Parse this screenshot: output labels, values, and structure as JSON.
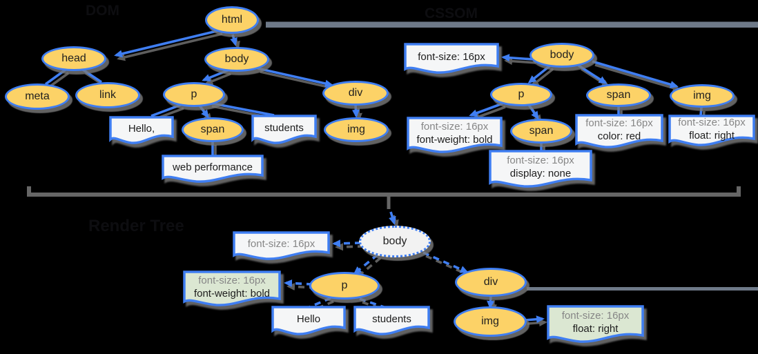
{
  "titles": {
    "dom": "DOM",
    "cssom": "CSSOM",
    "render_tree": "Render Tree"
  },
  "colors": {
    "background": "#000000",
    "node_fill": "#fcd267",
    "node_border": "#3f7ef2",
    "line_blue": "#3f7ef2",
    "box_fill_white": "#f5f6f7",
    "box_fill_green": "#dbe7d2",
    "text_black": "#1d1d1d",
    "text_gray": "#868686",
    "divider_gray": "#666666",
    "band_gray": "#6e7988"
  },
  "trees": {
    "dom": {
      "nodes": [
        {
          "id": "dom-html",
          "label": "html"
        },
        {
          "id": "dom-head",
          "label": "head"
        },
        {
          "id": "dom-body",
          "label": "body"
        },
        {
          "id": "dom-meta",
          "label": "meta"
        },
        {
          "id": "dom-link",
          "label": "link"
        },
        {
          "id": "dom-p",
          "label": "p"
        },
        {
          "id": "dom-span",
          "label": "span"
        },
        {
          "id": "dom-div",
          "label": "div"
        },
        {
          "id": "dom-img",
          "label": "img"
        }
      ],
      "boxes": [
        {
          "id": "dom-hello",
          "fill": "white",
          "lines": [
            {
              "text": "Hello,",
              "tone": "black"
            }
          ]
        },
        {
          "id": "dom-students",
          "fill": "white",
          "lines": [
            {
              "text": "students",
              "tone": "black"
            }
          ]
        },
        {
          "id": "dom-webperf",
          "fill": "white",
          "lines": [
            {
              "text": "web performance",
              "tone": "black"
            }
          ]
        }
      ],
      "edges": [
        {
          "from": "dom-html",
          "to": "dom-head",
          "style": "solid",
          "arrow": true
        },
        {
          "from": "dom-html",
          "to": "dom-body",
          "style": "solid",
          "arrow": true
        },
        {
          "from": "dom-head",
          "to": "dom-meta",
          "style": "solid",
          "arrow": false
        },
        {
          "from": "dom-head",
          "to": "dom-link",
          "style": "solid",
          "arrow": false
        },
        {
          "from": "dom-body",
          "to": "dom-p",
          "style": "solid",
          "arrow": true
        },
        {
          "from": "dom-body",
          "to": "dom-div",
          "style": "solid",
          "arrow": true
        },
        {
          "from": "dom-p",
          "to": "dom-hello",
          "style": "solid",
          "arrow": false
        },
        {
          "from": "dom-p",
          "to": "dom-span",
          "style": "solid",
          "arrow": true
        },
        {
          "from": "dom-p",
          "to": "dom-students",
          "style": "solid",
          "arrow": false
        },
        {
          "from": "dom-span",
          "to": "dom-webperf",
          "style": "solid",
          "arrow": false
        },
        {
          "from": "dom-div",
          "to": "dom-img",
          "style": "solid",
          "arrow": true
        }
      ]
    },
    "cssom": {
      "nodes": [
        {
          "id": "cssom-body",
          "label": "body"
        },
        {
          "id": "cssom-p",
          "label": "p"
        },
        {
          "id": "cssom-span",
          "label": "span"
        },
        {
          "id": "cssom-img",
          "label": "img"
        },
        {
          "id": "cssom-span2",
          "label": "span"
        }
      ],
      "boxes": [
        {
          "id": "cssom-fs16",
          "fill": "white",
          "lines": [
            {
              "text": "font-size: 16px",
              "tone": "black"
            }
          ]
        },
        {
          "id": "cssom-fwbold",
          "fill": "white",
          "lines": [
            {
              "text": "font-size: 16px",
              "tone": "gray"
            },
            {
              "text": "font-weight: bold",
              "tone": "black"
            }
          ]
        },
        {
          "id": "cssom-colorred",
          "fill": "white",
          "lines": [
            {
              "text": "font-size: 16px",
              "tone": "gray"
            },
            {
              "text": "color: red",
              "tone": "black"
            }
          ]
        },
        {
          "id": "cssom-floatright",
          "fill": "white",
          "lines": [
            {
              "text": "font-size: 16px",
              "tone": "gray"
            },
            {
              "text": "float: right",
              "tone": "black"
            }
          ]
        },
        {
          "id": "cssom-displaynone",
          "fill": "white",
          "lines": [
            {
              "text": "font-size: 16px",
              "tone": "gray"
            },
            {
              "text": "display: none",
              "tone": "black"
            }
          ]
        }
      ],
      "edges": [
        {
          "from": "cssom-body",
          "to": "cssom-fs16",
          "style": "solid",
          "arrow": true
        },
        {
          "from": "cssom-body",
          "to": "cssom-p",
          "style": "solid",
          "arrow": true
        },
        {
          "from": "cssom-body",
          "to": "cssom-span",
          "style": "solid",
          "arrow": true
        },
        {
          "from": "cssom-body",
          "to": "cssom-img",
          "style": "solid",
          "arrow": true
        },
        {
          "from": "cssom-p",
          "to": "cssom-fwbold",
          "style": "solid",
          "arrow": true
        },
        {
          "from": "cssom-p",
          "to": "cssom-span2",
          "style": "solid",
          "arrow": true
        },
        {
          "from": "cssom-span2",
          "to": "cssom-displaynone",
          "style": "solid",
          "arrow": false
        },
        {
          "from": "cssom-span",
          "to": "cssom-colorred",
          "style": "solid",
          "arrow": false
        },
        {
          "from": "cssom-img",
          "to": "cssom-floatright",
          "style": "solid",
          "arrow": false
        }
      ]
    },
    "render": {
      "nodes": [
        {
          "id": "render-body",
          "label": "body",
          "style": "dotted"
        },
        {
          "id": "render-p",
          "label": "p"
        },
        {
          "id": "render-div",
          "label": "div"
        },
        {
          "id": "render-img",
          "label": "img"
        }
      ],
      "boxes": [
        {
          "id": "render-fs16",
          "fill": "white",
          "lines": [
            {
              "text": "font-size: 16px",
              "tone": "gray"
            }
          ]
        },
        {
          "id": "render-fwbold",
          "fill": "green",
          "lines": [
            {
              "text": "font-size: 16px",
              "tone": "gray"
            },
            {
              "text": "font-weight: bold",
              "tone": "black"
            }
          ]
        },
        {
          "id": "render-hello",
          "fill": "white",
          "lines": [
            {
              "text": "Hello",
              "tone": "black"
            }
          ]
        },
        {
          "id": "render-students",
          "fill": "white",
          "lines": [
            {
              "text": "students",
              "tone": "black"
            }
          ]
        },
        {
          "id": "render-floatright",
          "fill": "green",
          "lines": [
            {
              "text": "font-size: 16px",
              "tone": "gray"
            },
            {
              "text": "float: right",
              "tone": "black"
            }
          ]
        }
      ],
      "edges": [
        {
          "from": "render-body",
          "to": "render-fs16",
          "style": "dashed",
          "arrow": true
        },
        {
          "from": "render-body",
          "to": "render-p",
          "style": "dashed",
          "arrow": true
        },
        {
          "from": "render-body",
          "to": "render-div",
          "style": "dashed",
          "arrow": true
        },
        {
          "from": "render-p",
          "to": "render-fwbold",
          "style": "dashed",
          "arrow": true
        },
        {
          "from": "render-p",
          "to": "render-hello",
          "style": "dashed",
          "arrow": false
        },
        {
          "from": "render-p",
          "to": "render-students",
          "style": "dashed",
          "arrow": false
        },
        {
          "from": "render-div",
          "to": "render-img",
          "style": "solid",
          "arrow": true
        },
        {
          "from": "render-img",
          "to": "render-floatright",
          "style": "solid",
          "arrow": true
        }
      ]
    }
  }
}
